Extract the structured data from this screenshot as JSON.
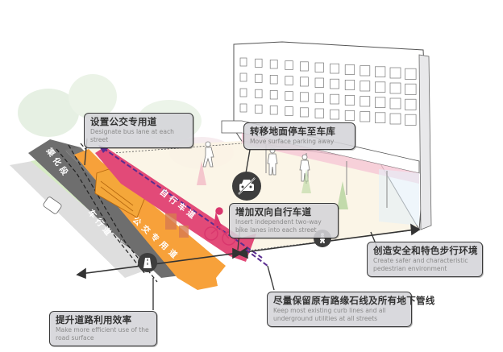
{
  "callouts": {
    "bus_lane": {
      "zh": "设置公交专用道",
      "en": "Designate bus lane at each street"
    },
    "parking": {
      "zh": "转移地面停车至车库",
      "en": "Move surface parking away"
    },
    "bike_lane": {
      "zh": "增加双向自行车道",
      "en": "Insert independent two-way bike lanes into each street"
    },
    "pedestrian": {
      "zh": "创造安全和特色步行环境",
      "en": "Create safer and characteristic pedestrian environment"
    },
    "curb": {
      "zh": "尽量保留原有路缘石线及所有地下管线",
      "en": "Keep most existing curb lines and all underground utilities at all streets"
    },
    "road_efficiency": {
      "zh": "提升道路利用效率",
      "en": "Make more efficient use of the road surface"
    }
  },
  "lanes": {
    "channelized": "渠化段",
    "carriageway": "车行道",
    "bus": "公交专用道",
    "bike": "自行车道"
  },
  "icons": {
    "road": "road-icon",
    "no_parking": "no-car-icon",
    "pedestrian": "pedestrian-icon"
  },
  "colors": {
    "road_gray": "#6e6e6e",
    "bus_orange": "#f7a13a",
    "bike_pink": "#e24a78",
    "curb_purple": "#5a2d91",
    "green_strip": "#d6ebc4",
    "callout_bg": "#d4d4d8",
    "icon_dark": "#3d3d3d"
  }
}
